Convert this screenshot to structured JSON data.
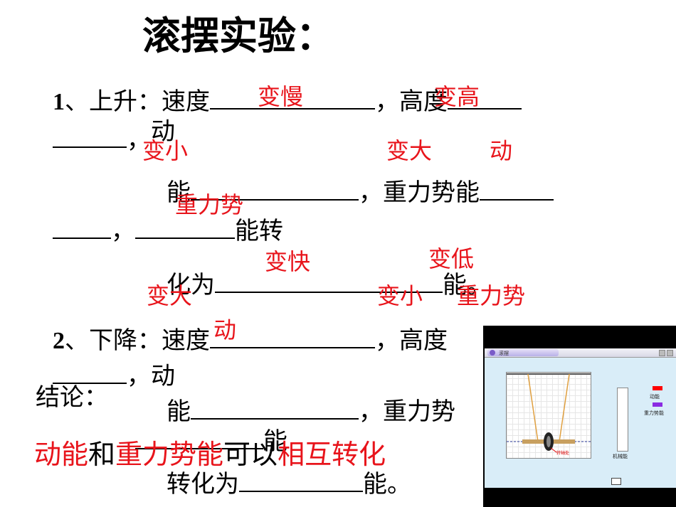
{
  "title": "滚摆实验：",
  "q1": {
    "num": "1",
    "sep": "、",
    "label_rise": "上升：速度",
    "comma": "，",
    "label_height": "高度",
    "comma2": "，",
    "kinetic_a": "动",
    "neng_a": "能",
    "comma3": "，",
    "gravity_pe": "重力势能",
    "comma4": "，",
    "neng_zhuan": "能转",
    "hua_wei": "化为",
    "neng_end": "能。"
  },
  "q2": {
    "num": "2",
    "sep": "、",
    "label_fall": "下降：速度",
    "comma": "，",
    "label_height_part": "高度",
    "comma2": "，",
    "kinetic_b": "动",
    "neng_b": "能",
    "comma3": "，",
    "gravity_part": "重力势",
    "neng_c": "能",
    "zhuan_hua_wei": "转化为",
    "neng_end": "能。"
  },
  "answers": {
    "a1": "变慢",
    "a2": "变高",
    "a3": "变小",
    "a4": "变大",
    "a5": "动",
    "a6": "重力势",
    "a7": "变快",
    "a8": "变低",
    "a9": "变大",
    "a10": "变小",
    "a11": "重力势",
    "a12": "动"
  },
  "conclusion": {
    "label": "结论：",
    "part1": "动能",
    "part2": "和",
    "part3": "重力势能",
    "part4": "可以",
    "part5": "相互转化"
  },
  "simulation": {
    "window_title": "滚摆",
    "meter_label": "机械能",
    "legend": [
      {
        "label": "动能",
        "color": "#ff0000"
      },
      {
        "label": "重力势能",
        "color": "#8a2be2"
      }
    ],
    "wheel_label": "转轴处"
  },
  "colors": {
    "answer": "#e8141b",
    "text": "#000000",
    "window_frame": "#000000",
    "panel": "#d9edf8"
  }
}
